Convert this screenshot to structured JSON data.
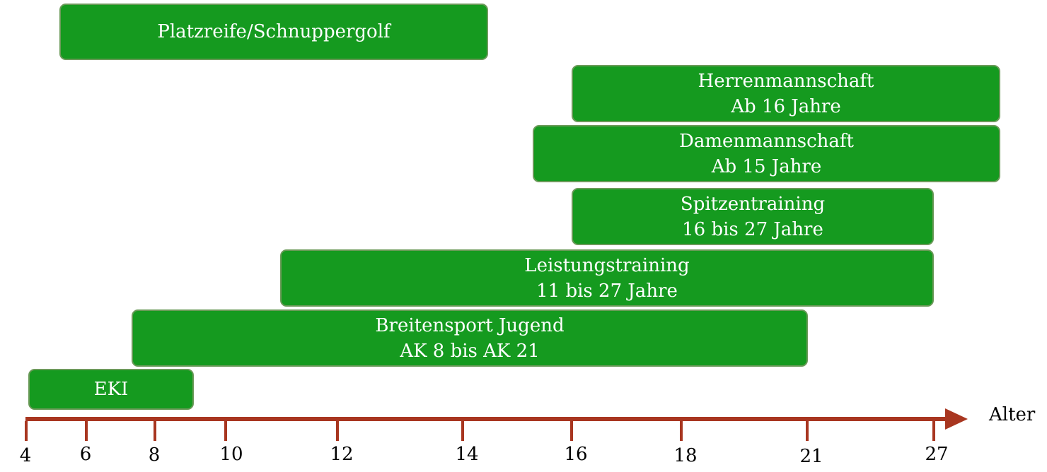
{
  "programs": [
    {
      "name": "Platzreife/Schnuppergolf",
      "detail": ""
    },
    {
      "name": "Herrenmannschaft",
      "detail": "Ab 16 Jahre"
    },
    {
      "name": "Damenmannschaft",
      "detail": "Ab 15 Jahre"
    },
    {
      "name": "Spitzentraining",
      "detail": "16 bis 27 Jahre"
    },
    {
      "name": "Leistungstraining",
      "detail": "11 bis 27 Jahre"
    },
    {
      "name": "Breitensport Jugend",
      "detail": "AK 8 bis AK 21"
    },
    {
      "name": "EKI",
      "detail": ""
    }
  ],
  "axis": {
    "title": "Alter",
    "ticks": [
      "4",
      "6",
      "8",
      "10",
      "12",
      "14",
      "16",
      "18",
      "21",
      "27"
    ]
  },
  "colors": {
    "bar_fill": "#159a1f",
    "bar_border": "#6b9a59",
    "axis": "#a83620"
  }
}
